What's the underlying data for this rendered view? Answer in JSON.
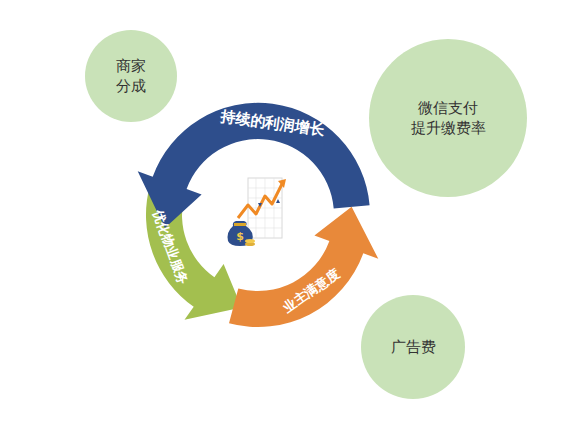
{
  "diagram": {
    "nodes": [
      {
        "text": [
          "商家 分成"
        ]
      },
      {
        "text": [
          "微信支付 提升缴费率"
        ]
      },
      {
        "text": [
          "持续的利润增长"
        ]
      },
      {
        "text": [
          "优化物业服务"
        ]
      },
      {
        "text": [
          "业主满意度"
        ]
      },
      {
        "text": [
          "广告费"
        ]
      }
    ]
  }
}
